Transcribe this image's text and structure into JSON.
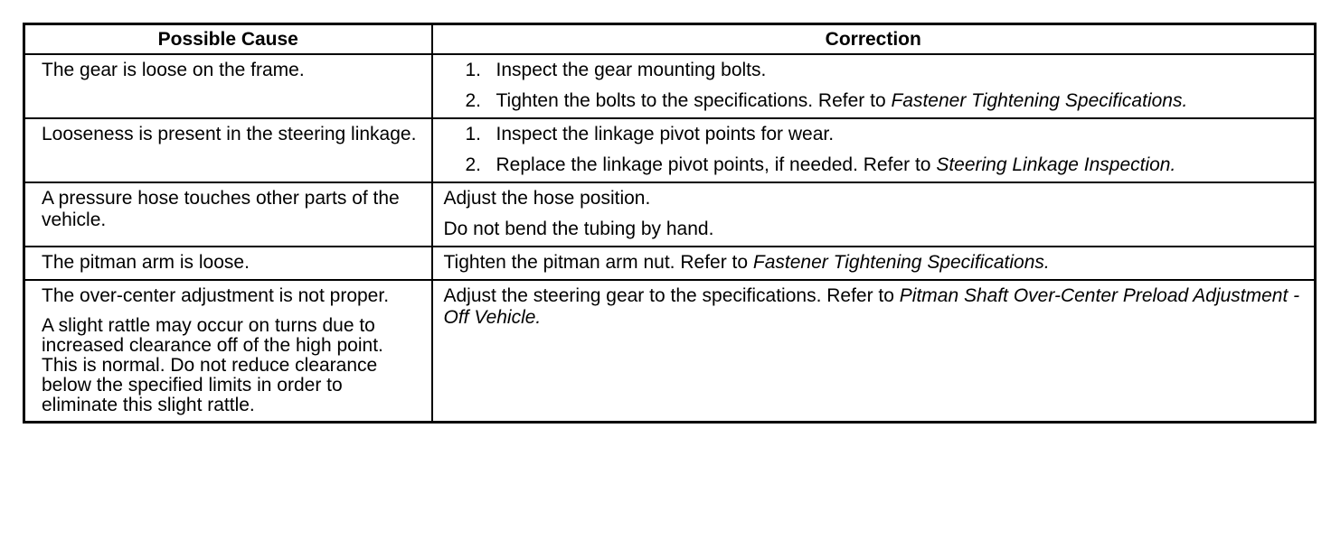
{
  "table": {
    "headers": [
      "Possible Cause",
      "Correction"
    ],
    "rows": [
      {
        "cause": [
          "The gear is loose on the frame."
        ],
        "steps": [
          {
            "num": "1.",
            "text": "Inspect the gear mounting bolts.",
            "ref": ""
          },
          {
            "num": "2.",
            "text": "Tighten the bolts to the specifications. Refer to ",
            "ref": "Fastener Tightening Specifications."
          }
        ]
      },
      {
        "cause": [
          "Looseness is present in the steering linkage."
        ],
        "steps": [
          {
            "num": "1.",
            "text": "Inspect the linkage pivot points for wear.",
            "ref": ""
          },
          {
            "num": "2.",
            "text": "Replace the linkage pivot points, if needed. Refer to ",
            "ref": "Steering Linkage Inspection."
          }
        ]
      },
      {
        "cause": [
          "A pressure hose touches other parts of the vehicle."
        ],
        "paragraphs": [
          {
            "text": "Adjust the hose position.",
            "ref": ""
          },
          {
            "text": "Do not bend the tubing by hand.",
            "ref": ""
          }
        ]
      },
      {
        "cause": [
          "The pitman arm is loose."
        ],
        "paragraphs": [
          {
            "text": "Tighten the pitman arm nut. Refer to ",
            "ref": "Fastener Tightening Specifications."
          }
        ]
      },
      {
        "cause": [
          "The over-center adjustment is not proper.",
          "A slight rattle may occur on turns due to increased clearance off of the high point. This is normal. Do not reduce clearance below the specified limits in order to eliminate this slight rattle."
        ],
        "paragraphs": [
          {
            "text": "Adjust the steering gear to the specifications. Refer to ",
            "ref": "Pitman Shaft Over-Center Preload Adjustment - Off Vehicle."
          }
        ]
      }
    ]
  }
}
